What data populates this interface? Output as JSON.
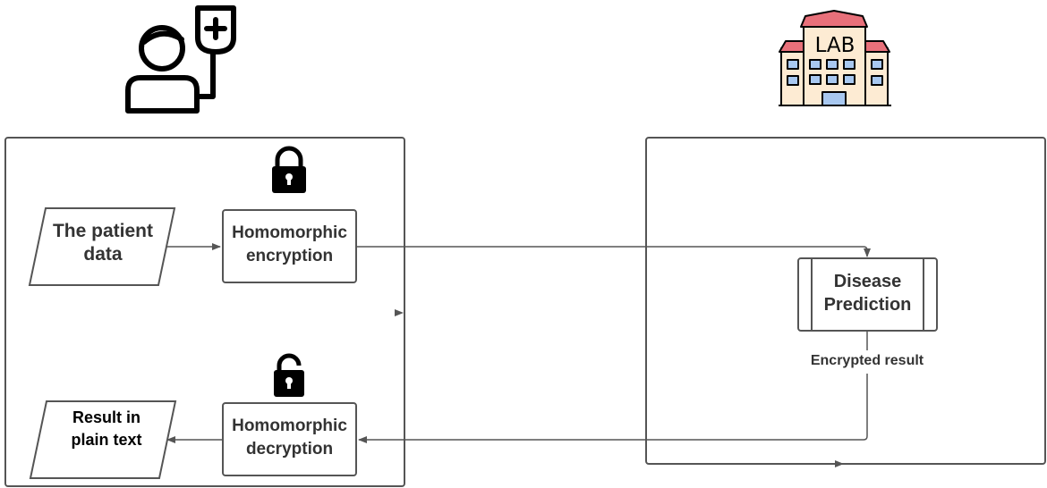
{
  "nodes": {
    "patient_data": {
      "line1": "The patient",
      "line2": "data"
    },
    "encryption": {
      "line1": "Homomorphic",
      "line2": "encryption"
    },
    "disease_prediction": {
      "line1": "Disease",
      "line2": "Prediction"
    },
    "encrypted_result": "Encrypted result",
    "decryption": {
      "line1": "Homomorphic",
      "line2": "decryption"
    },
    "result_plain": {
      "line1": "Result in",
      "line2": "plain text"
    },
    "lab_sign": "LAB"
  },
  "icons": [
    "patient-iv-icon",
    "lab-building-icon",
    "lock-closed-icon",
    "lock-open-icon"
  ],
  "colors": {
    "stroke": "#555555",
    "text": "#333333",
    "roof": "#e8707a",
    "building": "#fdebd3",
    "window": "#a8c8f0",
    "lock": "#000000"
  }
}
